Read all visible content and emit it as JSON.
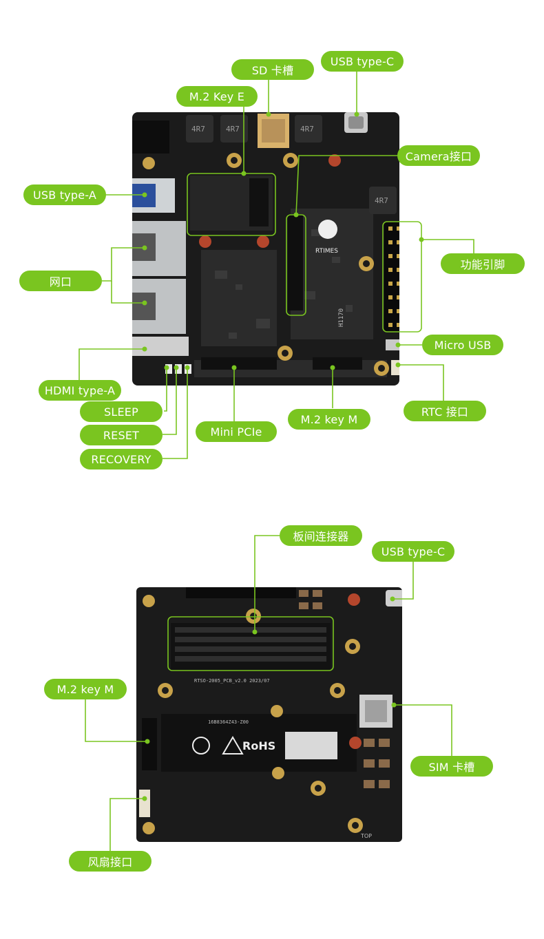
{
  "diagram": {
    "top_board_labels": [
      {
        "id": "sd",
        "text": "SD 卡槽"
      },
      {
        "id": "usbc",
        "text": "USB type-C"
      },
      {
        "id": "m2e",
        "text": "M.2 Key E"
      },
      {
        "id": "camera",
        "text": "Camera接口"
      },
      {
        "id": "usba",
        "text": "USB type-A"
      },
      {
        "id": "gpio",
        "text": "功能引脚"
      },
      {
        "id": "eth",
        "text": "网口"
      },
      {
        "id": "microusb",
        "text": "Micro USB"
      },
      {
        "id": "hdmi",
        "text": "HDMI type-A"
      },
      {
        "id": "rtc",
        "text": "RTC 接口"
      },
      {
        "id": "sleep",
        "text": "SLEEP"
      },
      {
        "id": "minipcie",
        "text": "Mini PCIe"
      },
      {
        "id": "m2m",
        "text": "M.2 key M"
      },
      {
        "id": "reset",
        "text": "RESET"
      },
      {
        "id": "recovery",
        "text": "RECOVERY"
      }
    ],
    "bottom_board_labels": [
      {
        "id": "b2b",
        "text": "板间连接器"
      },
      {
        "id": "usbc2",
        "text": "USB type-C"
      },
      {
        "id": "m2m2",
        "text": "M.2 key M"
      },
      {
        "id": "sim",
        "text": "SIM 卡槽"
      },
      {
        "id": "fan",
        "text": "风扇接口"
      }
    ],
    "board_silkscreen": {
      "brand": "RTIMES",
      "inductor": "4R7",
      "pcb_code": "RTSO-2005_PCB_v2.0 2023/07",
      "serial": "16B8364Z43-Z00",
      "rohs": "RoHS",
      "top_mark": "TOP",
      "bottom_mark": "H1170"
    },
    "colors": {
      "accent": "#7ac520",
      "board": "#1b1b1b",
      "pad": "#c8a24a",
      "copper_red": "#b4462c"
    }
  }
}
